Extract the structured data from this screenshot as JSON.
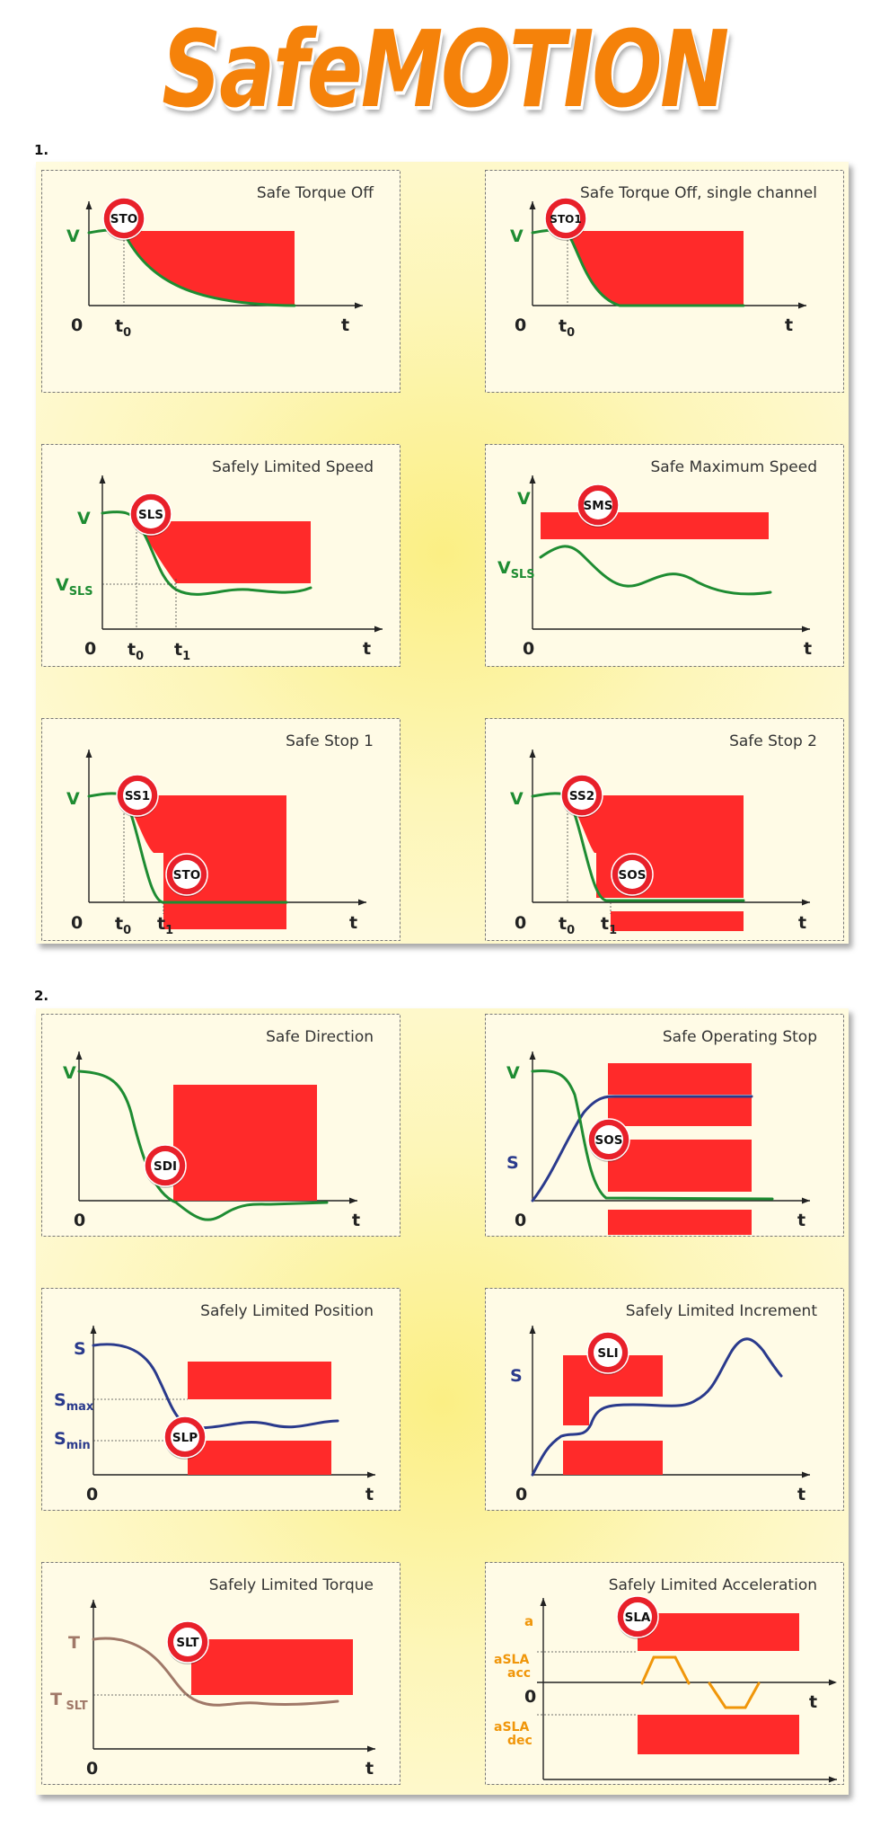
{
  "title": "SafeMOTION",
  "sections": [
    "1.",
    "2."
  ],
  "colors": {
    "title": "#f5820a",
    "zone": "#ff2a2a",
    "velocity": "#1e8c32",
    "position": "#2a3a8c",
    "torque": "#a07868",
    "accel": "#f0960a",
    "badge_ring": "#e8202a"
  },
  "panels": [
    {
      "id": "sto",
      "title": "Safe Torque Off",
      "badges": [
        "STO"
      ],
      "labels": {
        "y": "V",
        "origin": "0",
        "x": "t",
        "t0": "t",
        "t0sub": "0"
      }
    },
    {
      "id": "sto1",
      "title": "Safe Torque Off, single channel",
      "badges": [
        "STO1"
      ],
      "labels": {
        "y": "V",
        "origin": "0",
        "x": "t",
        "t0": "t",
        "t0sub": "0"
      }
    },
    {
      "id": "sls",
      "title": "Safely Limited Speed",
      "badges": [
        "SLS"
      ],
      "labels": {
        "y": "V",
        "ylim": "V",
        "ylimsub": "SLS",
        "origin": "0",
        "x": "t",
        "t0": "t",
        "t0sub": "0",
        "t1": "t",
        "t1sub": "1"
      }
    },
    {
      "id": "sms",
      "title": "Safe Maximum Speed",
      "badges": [
        "SMS"
      ],
      "labels": {
        "y": "V",
        "ylim": "V",
        "ylimsub": "SLS",
        "origin": "0",
        "x": "t"
      }
    },
    {
      "id": "ss1",
      "title": "Safe Stop 1",
      "badges": [
        "SS1",
        "STO"
      ],
      "labels": {
        "y": "V",
        "origin": "0",
        "x": "t",
        "t0": "t",
        "t0sub": "0",
        "t1": "t",
        "t1sub": "1"
      }
    },
    {
      "id": "ss2",
      "title": "Safe Stop 2",
      "badges": [
        "SS2",
        "SOS"
      ],
      "labels": {
        "y": "V",
        "origin": "0",
        "x": "t",
        "t0": "t",
        "t0sub": "0",
        "t1": "t",
        "t1sub": "1"
      }
    },
    {
      "id": "sdi",
      "title": "Safe Direction",
      "badges": [
        "SDI"
      ],
      "labels": {
        "y": "V",
        "origin": "0",
        "x": "t"
      }
    },
    {
      "id": "sos",
      "title": "Safe Operating Stop",
      "badges": [
        "SOS"
      ],
      "labels": {
        "y": "V",
        "y2": "S",
        "origin": "0",
        "x": "t"
      }
    },
    {
      "id": "slp",
      "title": "Safely Limited Position",
      "badges": [
        "SLP"
      ],
      "labels": {
        "y": "S",
        "smax": "S",
        "smaxsub": "max",
        "smin": "S",
        "sminsub": "min",
        "origin": "0",
        "x": "t"
      }
    },
    {
      "id": "sli",
      "title": "Safely Limited Increment",
      "badges": [
        "SLI"
      ],
      "labels": {
        "y": "S",
        "origin": "0",
        "x": "t"
      }
    },
    {
      "id": "slt",
      "title": "Safely Limited Torque",
      "badges": [
        "SLT"
      ],
      "labels": {
        "y": "T",
        "ylim": "T",
        "ylimsub": "SLT",
        "origin": "0",
        "x": "t"
      }
    },
    {
      "id": "sla",
      "title": "Safely Limited Acceleration",
      "badges": [
        "SLA"
      ],
      "labels": {
        "y": "a",
        "acc1": "aSLA",
        "acc2": "acc",
        "dec1": "aSLA",
        "dec2": "dec",
        "origin": "0",
        "x": "t"
      }
    }
  ]
}
